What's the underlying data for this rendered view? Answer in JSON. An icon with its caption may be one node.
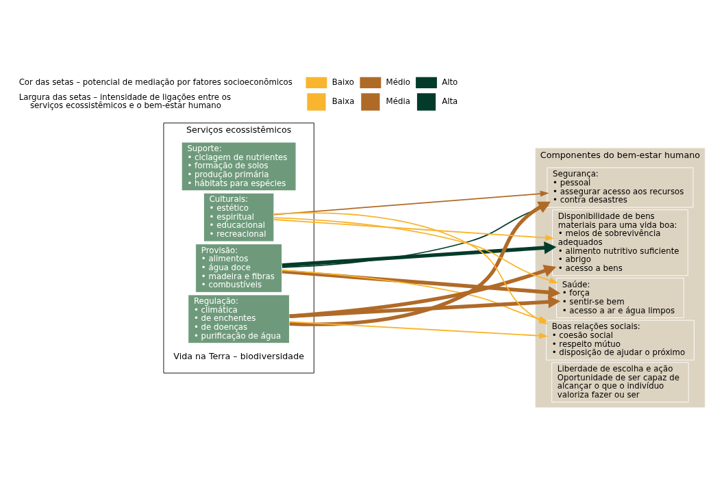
{
  "diagram": {
    "nodes": [
      {
        "text": [
          "Serviços ecossistêmicos",
          "Vida na Terra – biodiversidade"
        ]
      },
      {
        "text": [
          "Suporte:",
          "• ciclagem de nutrientes",
          "• formação de solos",
          "• produção primária",
          "• hábitats para espécies"
        ],
        "in": 0
      },
      {
        "text": [
          "Provisão:",
          "• alimentos",
          "• água doce",
          "• madeira e fibras",
          "• combustíveis"
        ],
        "in": 0
      },
      {
        "text": [
          "Regulação:",
          "• climática",
          "• de enchentes",
          "• de doenças",
          "• purificação de água"
        ],
        "in": 0
      },
      {
        "text": [
          "Culturais:",
          "• estético",
          "• espiritual",
          "• educacional",
          "• recreacional"
        ],
        "in": 0
      },
      {
        "text": [
          "Componentes do bem-estar humano"
        ]
      },
      {
        "text": [
          "Segurança:",
          "• pessoal",
          "• assegurar acesso aos recursos",
          "• contra desastres"
        ],
        "in": 5
      },
      {
        "text": [
          "Disponibilidade de bens materiais para uma vida boa:",
          "• meios de sobrevivência adequados",
          "• alimento nutritivo suficiente",
          "• abrigo",
          "• acesso a bens"
        ],
        "in": 5
      },
      {
        "text": [
          "Saúde:",
          "• força",
          "• sentir-se bem",
          "• acesso a ar e água limpos"
        ],
        "in": 5
      },
      {
        "text": [
          "Boas relações sociais:",
          "• coesão social",
          "• respeito mútuo",
          "• disposição de ajudar o próximo"
        ],
        "in": 5
      },
      {
        "text": [
          "Liberdade de escolha e ação",
          "Oportunidade de ser capaz de alcançar o que o indivíduo valoriza fazer ou ser"
        ],
        "in": 5
      }
    ],
    "edges": [
      {
        "from": 2,
        "to": 6,
        "arrow": "to",
        "color": "#033b2a"
      },
      {
        "from": 2,
        "to": 7,
        "arrow": "to",
        "style": "thick",
        "color": "#033b2a"
      },
      {
        "from": 2,
        "to": 8,
        "arrow": "to",
        "style": "thick",
        "color": "#b06a28"
      },
      {
        "from": 2,
        "to": 9,
        "arrow": "to",
        "color": "#f9b52d"
      },
      {
        "from": 3,
        "to": 6,
        "arrow": "to",
        "style": "thick",
        "color": "#b06a28"
      },
      {
        "from": 3,
        "to": 7,
        "arrow": "to",
        "style": "thick",
        "color": "#b06a28"
      },
      {
        "from": 3,
        "to": 8,
        "arrow": "to",
        "style": "thick",
        "color": "#b06a28"
      },
      {
        "from": 3,
        "to": 9,
        "arrow": "to",
        "color": "#f9b52d"
      },
      {
        "from": 4,
        "to": 6,
        "arrow": "to",
        "color": "#b06a28"
      },
      {
        "from": 4,
        "to": 7,
        "arrow": "to",
        "color": "#f9b52d"
      },
      {
        "from": 4,
        "to": 8,
        "arrow": "to",
        "color": "#f9b52d"
      },
      {
        "from": 4,
        "to": 9,
        "arrow": "to",
        "color": "#f9b52d"
      }
    ],
    "labels": [
      "Cor das setas – potencial de mediação por fatores socioeconômicos",
      "Largura das setas – intensidade de ligações entre os serviços ecossistêmicos e o bem-estar humano"
    ],
    "legend": [
      {
        "text": "Baixo",
        "color": "#f9b52d"
      },
      {
        "text": "Médio",
        "color": "#b06a28"
      },
      {
        "text": "Alto",
        "color": "#033b2a"
      },
      {
        "text": "Baixa"
      },
      {
        "text": "Média"
      },
      {
        "text": "Alta"
      }
    ]
  }
}
